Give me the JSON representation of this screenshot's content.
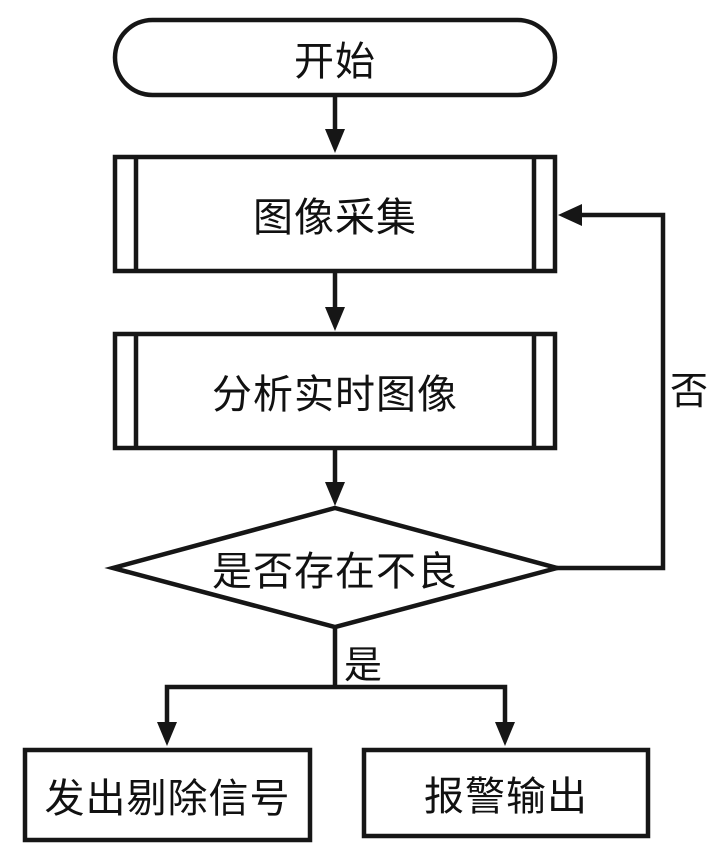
{
  "diagram": {
    "title": "defect-inspection-flowchart",
    "background_color": "#ffffff",
    "stroke_color": "#161616",
    "nodes": {
      "start": {
        "type": "terminator",
        "label": "开始"
      },
      "capture": {
        "type": "predefined-process",
        "label": "图像采集"
      },
      "analyze": {
        "type": "predefined-process",
        "label": "分析实时图像"
      },
      "decision": {
        "type": "decision",
        "label": "是否存在不良"
      },
      "reject": {
        "type": "process",
        "label": "发出剔除信号"
      },
      "alarm": {
        "type": "process",
        "label": "报警输出"
      }
    },
    "edges": {
      "yes_label": "是",
      "no_label": "否"
    }
  }
}
